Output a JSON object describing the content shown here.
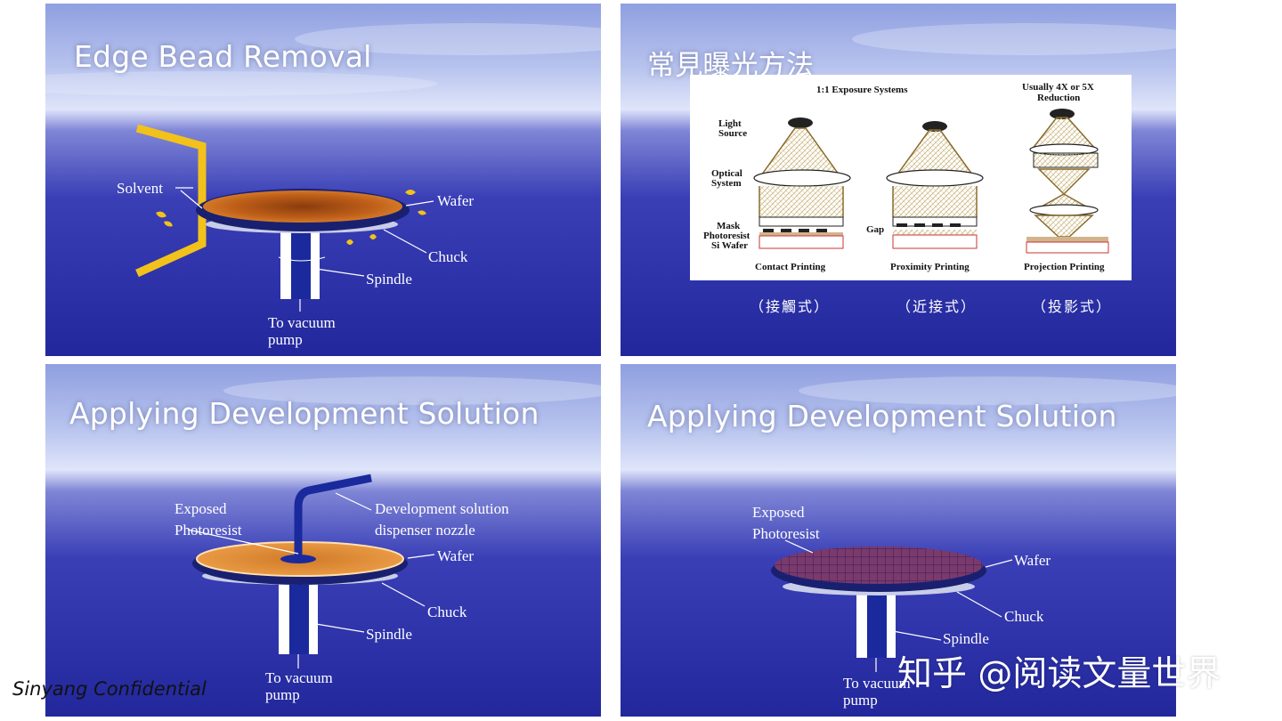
{
  "slides": {
    "edge_bead": {
      "title": "Edge Bead Removal",
      "labels": {
        "solvent": "Solvent",
        "wafer": "Wafer",
        "chuck": "Chuck",
        "spindle": "Spindle",
        "vacuum_1": "To vacuum",
        "vacuum_2": "pump"
      }
    },
    "exposure": {
      "title": "常見曝光方法",
      "figure": {
        "header_1to1": "1:1 Exposure Systems",
        "header_reduction_1": "Usually 4X or 5X",
        "header_reduction_2": "Reduction",
        "light_1": "Light",
        "light_2": "Source",
        "optical_1": "Optical",
        "optical_2": "System",
        "mask": "Mask",
        "photoresist": "Photoresist",
        "si_wafer": "Si Wafer",
        "gap": "Gap",
        "contact": "Contact Printing",
        "proximity": "Proximity Printing",
        "projection": "Projection Printing"
      },
      "captions": {
        "contact": "（接觸式）",
        "proximity": "（近接式）",
        "projection": "（投影式）"
      }
    },
    "develop_1": {
      "title": "Applying Development Solution",
      "labels": {
        "exposed_1": "Exposed",
        "exposed_2": "Photoresist",
        "nozzle_1": "Development solution",
        "nozzle_2": "dispenser nozzle",
        "wafer": "Wafer",
        "chuck": "Chuck",
        "spindle": "Spindle",
        "vacuum_1": "To vacuum",
        "vacuum_2": "pump"
      }
    },
    "develop_2": {
      "title": "Applying Development Solution",
      "labels": {
        "exposed_1": "Exposed",
        "exposed_2": "Photoresist",
        "wafer": "Wafer",
        "chuck": "Chuck",
        "spindle": "Spindle",
        "vacuum_1": "To vacuum",
        "vacuum_2": "pump"
      }
    }
  },
  "footer": "Sinyang Confidential",
  "watermark": "知乎 @阅读文量世界",
  "colors": {
    "sky_top": "#9fb0e6",
    "sea": "#2b2fa8",
    "wafer_orange": "#c8681a",
    "spindle_blue": "#1a2a9c",
    "resist_purple": "#7a3a6a",
    "tube_yellow": "#f2c21a"
  }
}
